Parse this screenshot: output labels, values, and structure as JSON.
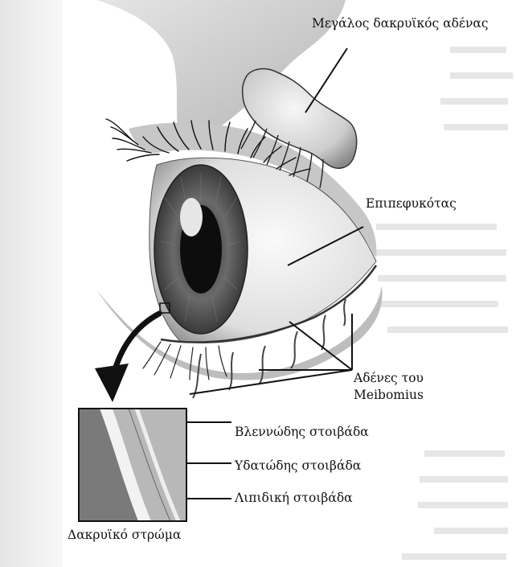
{
  "labels": {
    "lacrimal_gland": "Μεγάλος δακρυϊκός αδένας",
    "conjunctiva": "Επιπεφυκότας",
    "meibomian_line1": "Αδένες του",
    "meibomian_line2": "Meibomius",
    "mucus_layer": "Βλεννώδης στοιβάδα",
    "aqueous_layer": "Υδατώδης στοιβάδα",
    "lipid_layer": "Λιπιδική στοιβάδα",
    "tear_film": "Δακρυϊκό στρώμα"
  },
  "colors": {
    "ink": "#111111",
    "skin_light": "#e9e9e9",
    "skin_mid": "#b9b9b9",
    "skin_dark": "#6d6d6d",
    "iris": "#5a5a5a",
    "pupil": "#0d0d0d",
    "page_texture": "#c8c8c8"
  }
}
